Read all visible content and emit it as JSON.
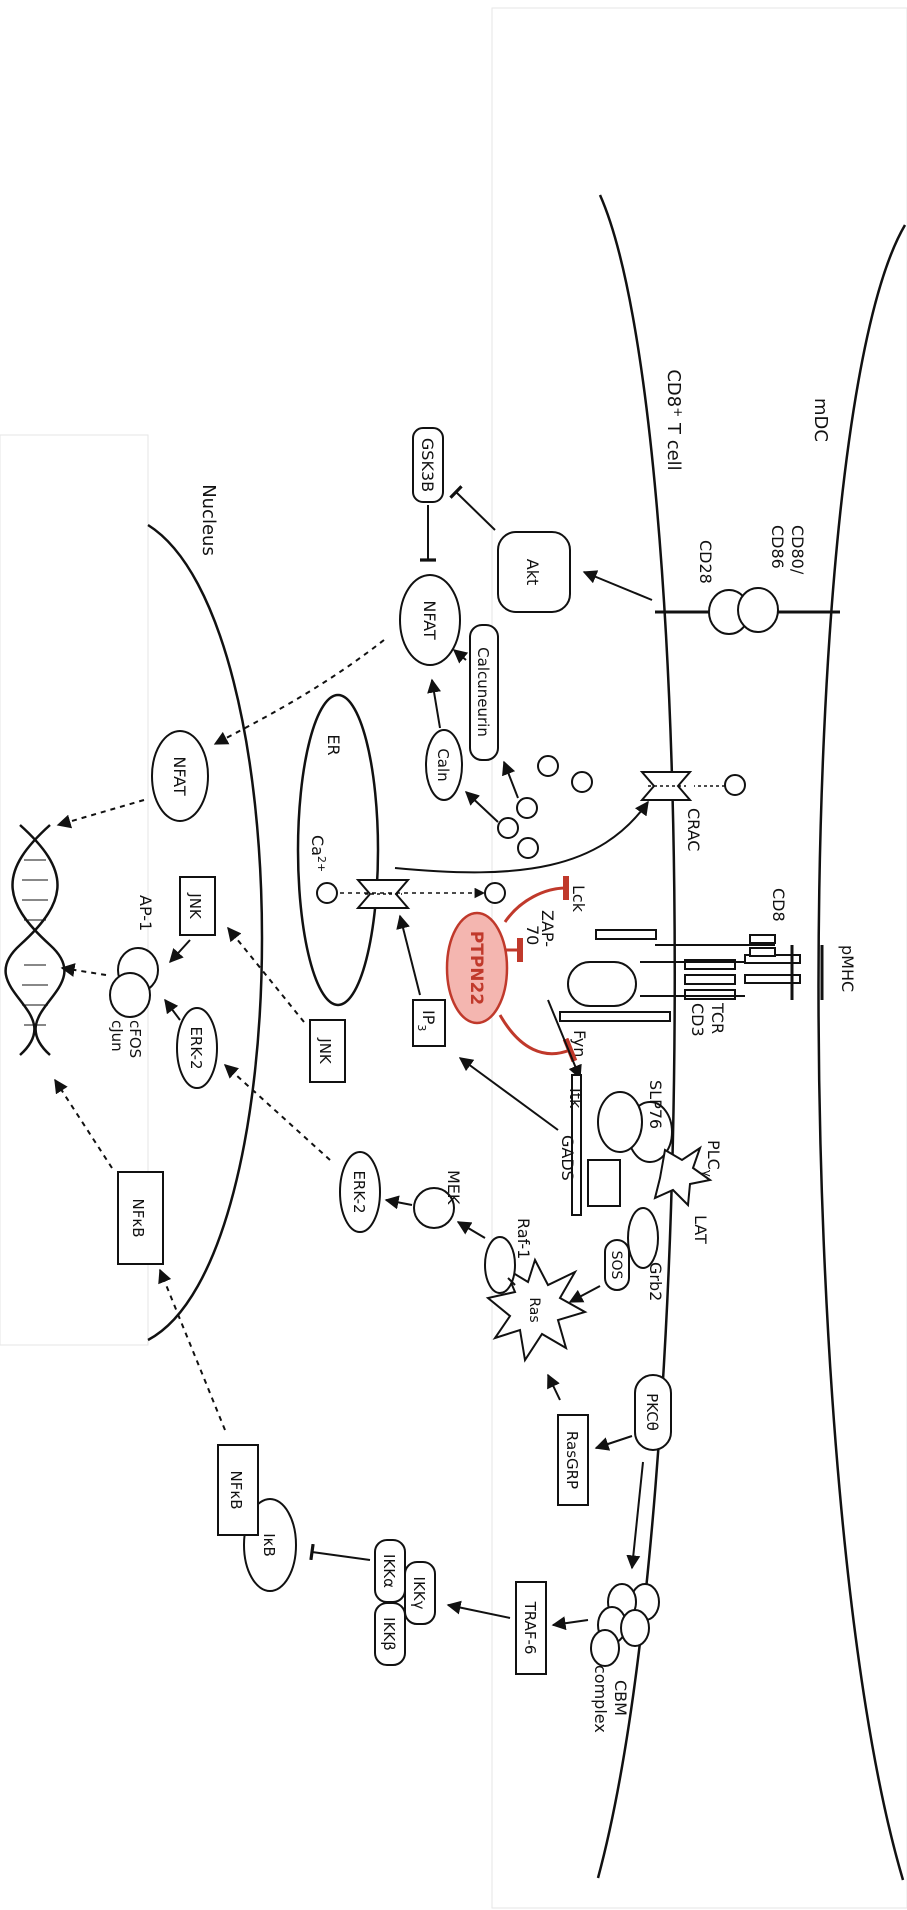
{
  "cells": {
    "mdc": "mDC",
    "t_cell_base": "CD8",
    "t_cell_sup": "+",
    "t_cell_rest": " T cell",
    "nucleus": "Nucleus",
    "er": "ER"
  },
  "receptors": {
    "cd80": "CD80/",
    "cd86": "CD86",
    "cd28": "CD28",
    "crac": "CRAC",
    "pmhc": "pMHC",
    "cd8": "CD8",
    "tcr": "TCR",
    "cd3": "CD3",
    "lat": "LAT",
    "ip3_base": "IP",
    "ip3_sub": "3",
    "ca_base": "Ca",
    "ca_sup": "2+"
  },
  "molecules": {
    "akt": "Akt",
    "gsk3b": "GSK3B",
    "nfat": "NFAT",
    "calcineurin": "Calcuneurin",
    "caln": "Caln",
    "lck": "Lck",
    "zap70_a": "ZAP-",
    "zap70_b": "70",
    "ptpn22": "PTPN22",
    "fyn": "Fyn",
    "slp76": "SLP76",
    "plcg_base": "PLC",
    "plcg_sub": "γ",
    "itk": "Itk",
    "gads": "GADS",
    "grb2": "Grb2",
    "sos": "SOS",
    "ras": "Ras",
    "raf1": "Raf-1",
    "mek": "MEK",
    "erk2": "ERK-2",
    "pkc": "PKCθ",
    "rasgrp": "RasGRP",
    "cbm_a": "CBM",
    "cbm_b": "complex",
    "traf6": "TRAF-6",
    "ikkg": "IKKγ",
    "ikka": "IKKα",
    "ikkb": "IKKβ",
    "ikb": "IκB",
    "nfkb": "NFκB",
    "jnk": "JNK",
    "ap1": "AP-1",
    "cfos": "cFOS",
    "cjun": "cJun"
  },
  "colors": {
    "highlight": "#c0392b",
    "highlight_fill": "#f4b6b0",
    "stroke": "#111111"
  }
}
